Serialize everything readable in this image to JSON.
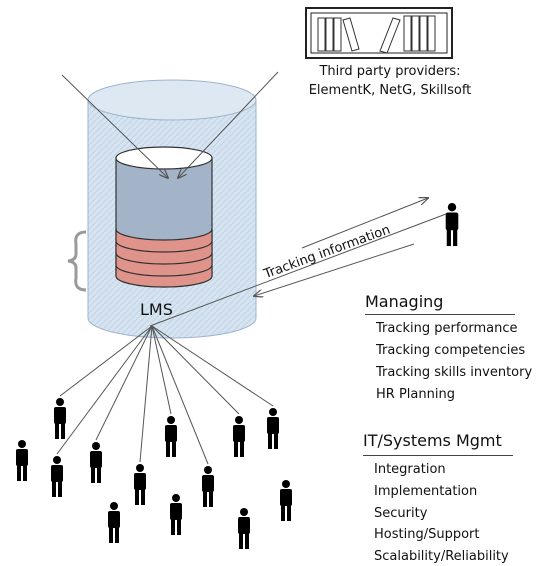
{
  "providers": {
    "line1": "Third party providers:",
    "line2": "ElementK, NetG, Skillsoft"
  },
  "lms_label": "LMS",
  "tracking_label": "Tracking information",
  "managing": {
    "title": "Managing",
    "items": [
      "Tracking performance",
      "Tracking competencies",
      "Tracking skills inventory",
      "HR Planning"
    ]
  },
  "it": {
    "title": "IT/Systems Mgmt",
    "items": [
      "Integration",
      "Implementation",
      "Security",
      "Hosting/Support",
      "Scalability/Reliability"
    ]
  },
  "colors": {
    "outer_cylinder": "#cfe0f0",
    "inner_cylinder_top": "#a3b4c8",
    "inner_cylinder_bands": "#e0938a",
    "brace": "#9a9a9a",
    "people": "#000000",
    "lines": "#555555"
  },
  "icons": [
    "bookshelf-icon",
    "person-icon",
    "brace-icon"
  ]
}
